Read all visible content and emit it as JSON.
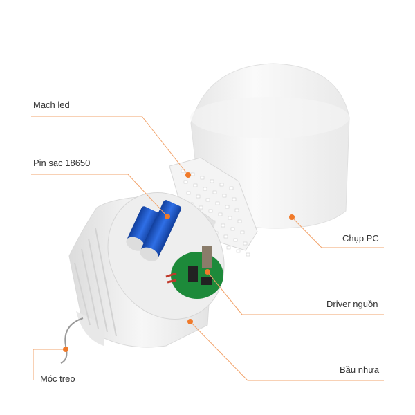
{
  "labels": {
    "led_board": "Mạch led",
    "battery": "Pin sạc 18650",
    "pc_cover": "Chụp PC",
    "driver": "Driver nguồn",
    "plastic_body": "Bầu nhựa",
    "hook": "Móc treo"
  },
  "colors": {
    "leader_line": "#f2a36b",
    "marker_dot": "#f07a2a",
    "battery": "#1f5bd0",
    "pcb": "#1d8a3a"
  }
}
